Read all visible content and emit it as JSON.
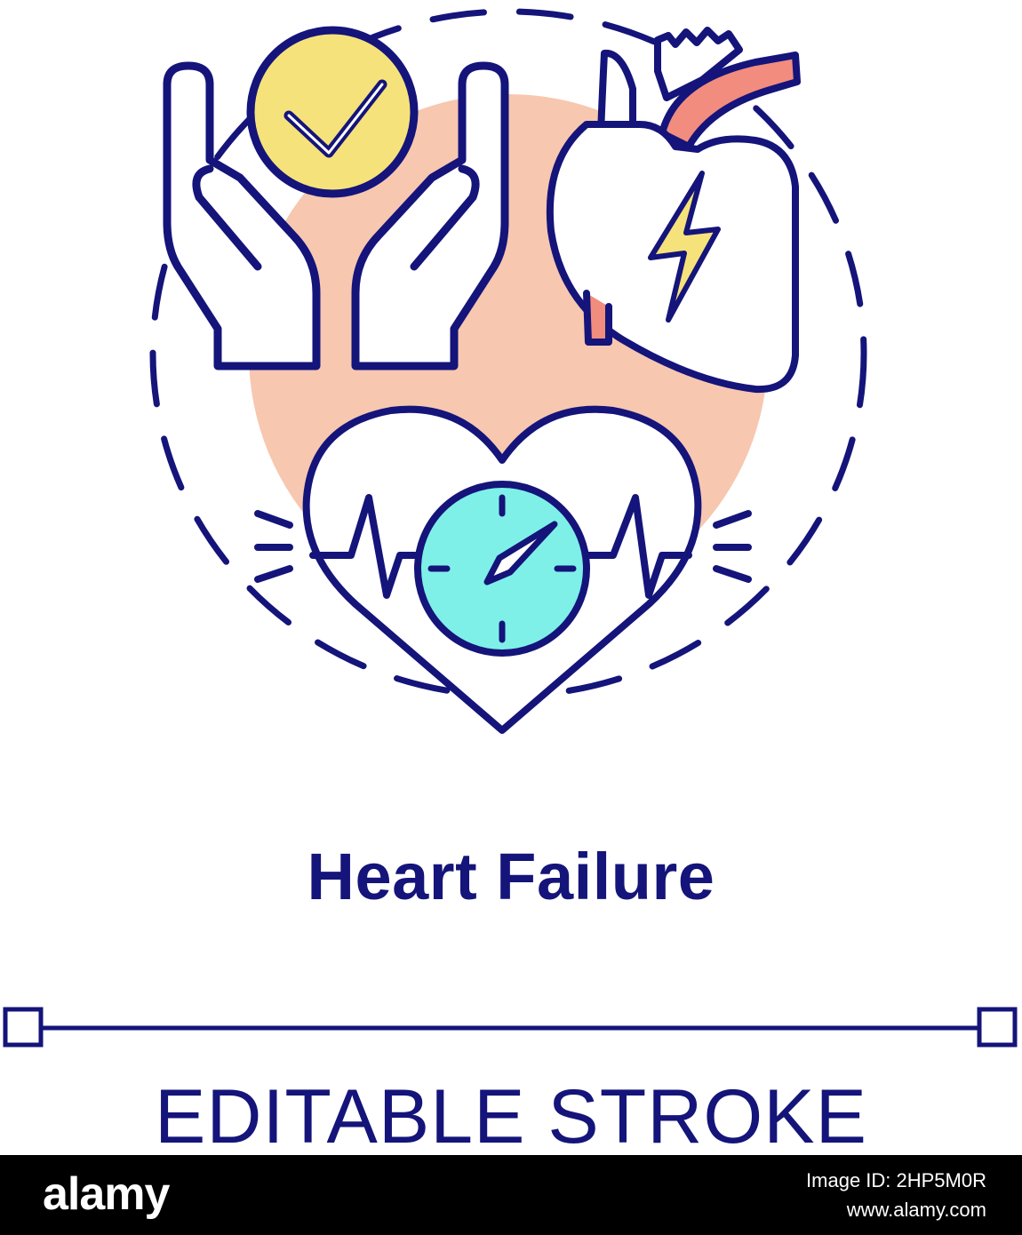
{
  "illustration": {
    "colors": {
      "outline": "#14147a",
      "peach": "#f7c7b0",
      "yellow": "#f6e27a",
      "artery": "#f28c7e",
      "gauge": "#7ef0e8",
      "background": "#ffffff"
    },
    "icons": [
      "hands-icon",
      "checkmark-icon",
      "anatomical-heart-icon",
      "lightning-bolt-icon",
      "heart-icon",
      "heartbeat-line-icon",
      "gauge-icon"
    ]
  },
  "title": "Heart Failure",
  "subtitle": "EDITABLE STROKE",
  "footer": {
    "logo": "alamy",
    "image_id_line": "Image ID: 2HP5M0R",
    "site": "www.alamy.com",
    "background": "#000000",
    "text_color": "#ffffff"
  }
}
